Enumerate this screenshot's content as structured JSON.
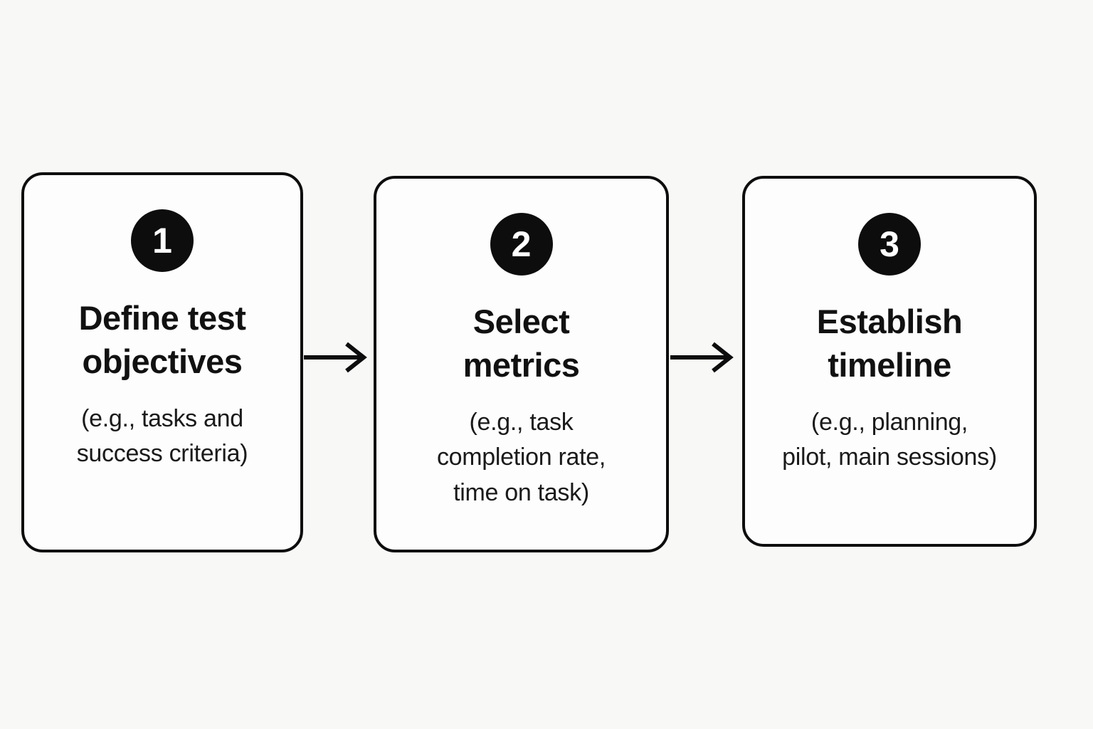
{
  "diagram": {
    "background_color": "#f8f8f6",
    "card_fill": "#fdfdfd",
    "line_color": "#0d0d0d",
    "badge_text_color": "#ffffff",
    "steps": [
      {
        "number": "1",
        "title": "Define test\nobjectives",
        "description": "(e.g., tasks and\nsuccess criteria)"
      },
      {
        "number": "2",
        "title": "Select\nmetrics",
        "description": "(e.g., task\ncompletion rate,\ntime on task)"
      },
      {
        "number": "3",
        "title": "Establish\ntimeline",
        "description": "(e.g., planning,\npilot, main sessions)"
      }
    ],
    "connectors": [
      {
        "from": "1",
        "to": "2",
        "icon": "right-arrow"
      },
      {
        "from": "2",
        "to": "3",
        "icon": "right-arrow"
      }
    ]
  }
}
